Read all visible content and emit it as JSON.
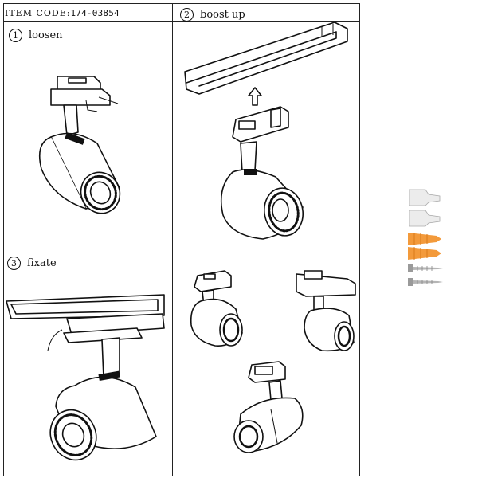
{
  "header": {
    "item_label": "ITEM CODE:",
    "item_code": "174-03854"
  },
  "steps": [
    {
      "number": "1",
      "label": "loosen"
    },
    {
      "number": "2",
      "label": "boost up"
    },
    {
      "number": "3",
      "label": "fixate"
    }
  ],
  "hardware_kit": {
    "items": [
      "wire-connector",
      "wire-connector",
      "wall-plug-orange",
      "wall-plug-orange",
      "screw",
      "screw"
    ],
    "colors": {
      "plug": "#f39a3b",
      "connector": "#e8e8e8",
      "screw": "#b5b5b5"
    }
  }
}
